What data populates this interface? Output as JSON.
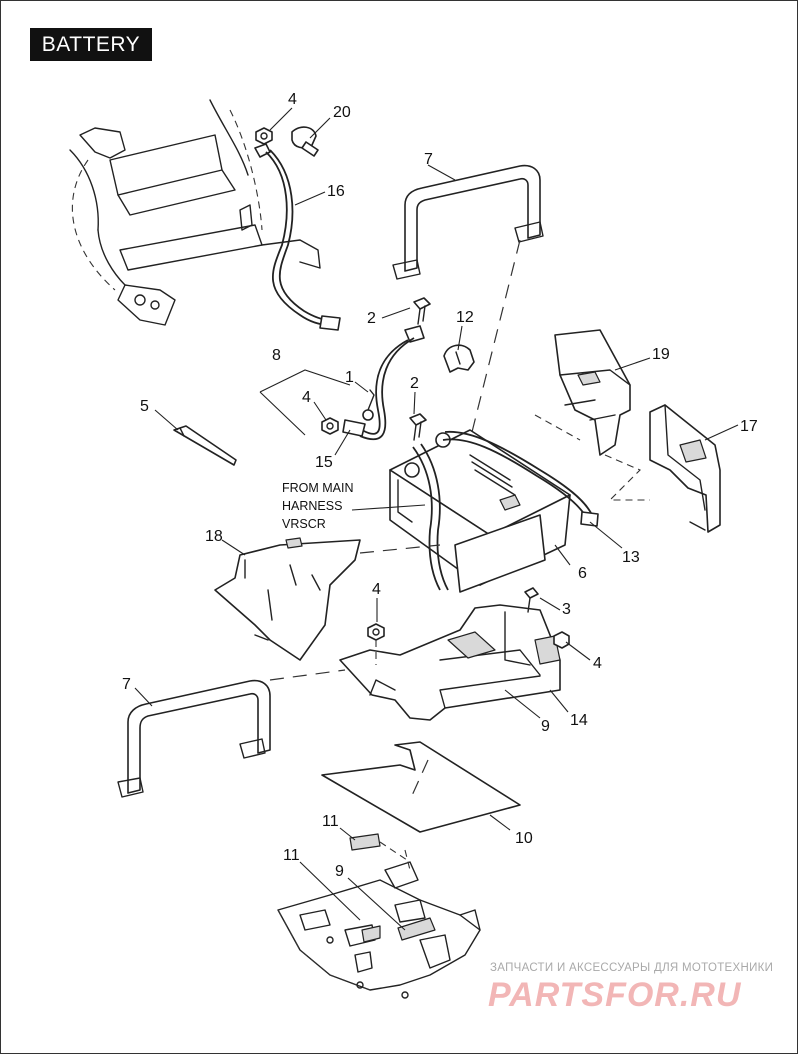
{
  "title": "BATTERY",
  "callouts": [
    {
      "id": "c4a",
      "text": "4"
    },
    {
      "id": "c20",
      "text": "20"
    },
    {
      "id": "c16",
      "text": "16"
    },
    {
      "id": "c7a",
      "text": "7"
    },
    {
      "id": "c2a",
      "text": "2"
    },
    {
      "id": "c12",
      "text": "12"
    },
    {
      "id": "c8",
      "text": "8"
    },
    {
      "id": "c1",
      "text": "1"
    },
    {
      "id": "c19",
      "text": "19"
    },
    {
      "id": "c5",
      "text": "5"
    },
    {
      "id": "c4b",
      "text": "4"
    },
    {
      "id": "c2b",
      "text": "2"
    },
    {
      "id": "c17",
      "text": "17"
    },
    {
      "id": "c15",
      "text": "15"
    },
    {
      "id": "c13",
      "text": "13"
    },
    {
      "id": "c18",
      "text": "18"
    },
    {
      "id": "c6",
      "text": "6"
    },
    {
      "id": "c4c",
      "text": "4"
    },
    {
      "id": "c3",
      "text": "3"
    },
    {
      "id": "c4d",
      "text": "4"
    },
    {
      "id": "c7b",
      "text": "7"
    },
    {
      "id": "c9a",
      "text": "9"
    },
    {
      "id": "c14",
      "text": "14"
    },
    {
      "id": "c10",
      "text": "10"
    },
    {
      "id": "c11a",
      "text": "11"
    },
    {
      "id": "c11b",
      "text": "11"
    },
    {
      "id": "c9b",
      "text": "9"
    }
  ],
  "note_lines": [
    "FROM MAIN",
    "HARNESS",
    "VRSCR"
  ],
  "watermark": {
    "tagline": "ЗАПЧАСТИ И АКСЕССУАРЫ ДЛЯ МОТОТЕХНИКИ",
    "logo": "PARTSFOR.RU"
  },
  "colors": {
    "line": "#222222",
    "title_bg": "#111111",
    "watermark_text": "#a9a9a9",
    "watermark_logo": "#f2b6b6"
  }
}
